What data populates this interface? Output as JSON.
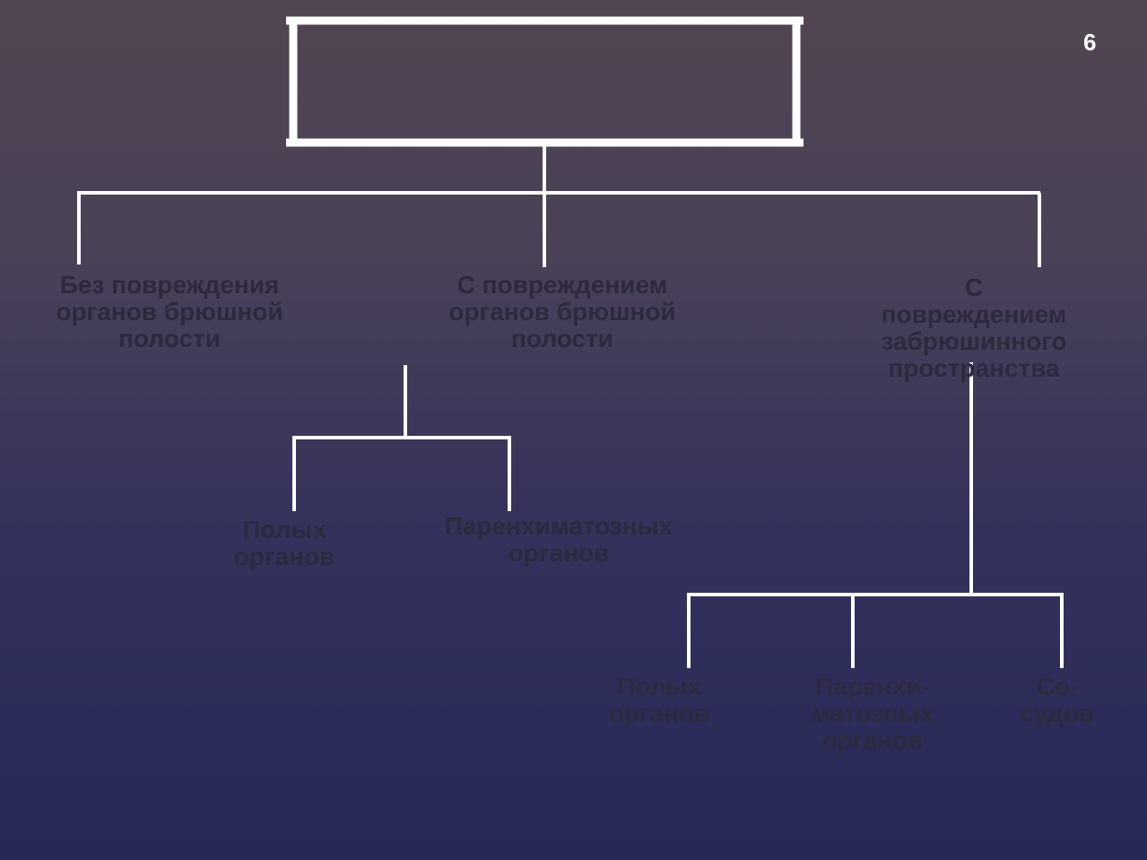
{
  "slide": {
    "page_number": "6"
  },
  "diagram": {
    "root_title": "",
    "branches": [
      {
        "label": "Без повреждения\nорганов брюшной\nполости"
      },
      {
        "label": "С повреждением\nорганов брюшной\nполости",
        "children": [
          {
            "label": "Полых\nорганов"
          },
          {
            "label": "Паренхиматозных\nорганов"
          }
        ]
      },
      {
        "label": "С повреждением\nзабрюшинного\nпространства",
        "children": [
          {
            "label": "Полых\nорганов"
          },
          {
            "label": "Паренхи-\nматозных\nорганов"
          },
          {
            "label": "Со-\nсудов"
          }
        ]
      }
    ],
    "colors": {
      "connector_lines": "#ffffff",
      "node_text": "#2c2a3c",
      "page_number": "#ffffff"
    }
  }
}
